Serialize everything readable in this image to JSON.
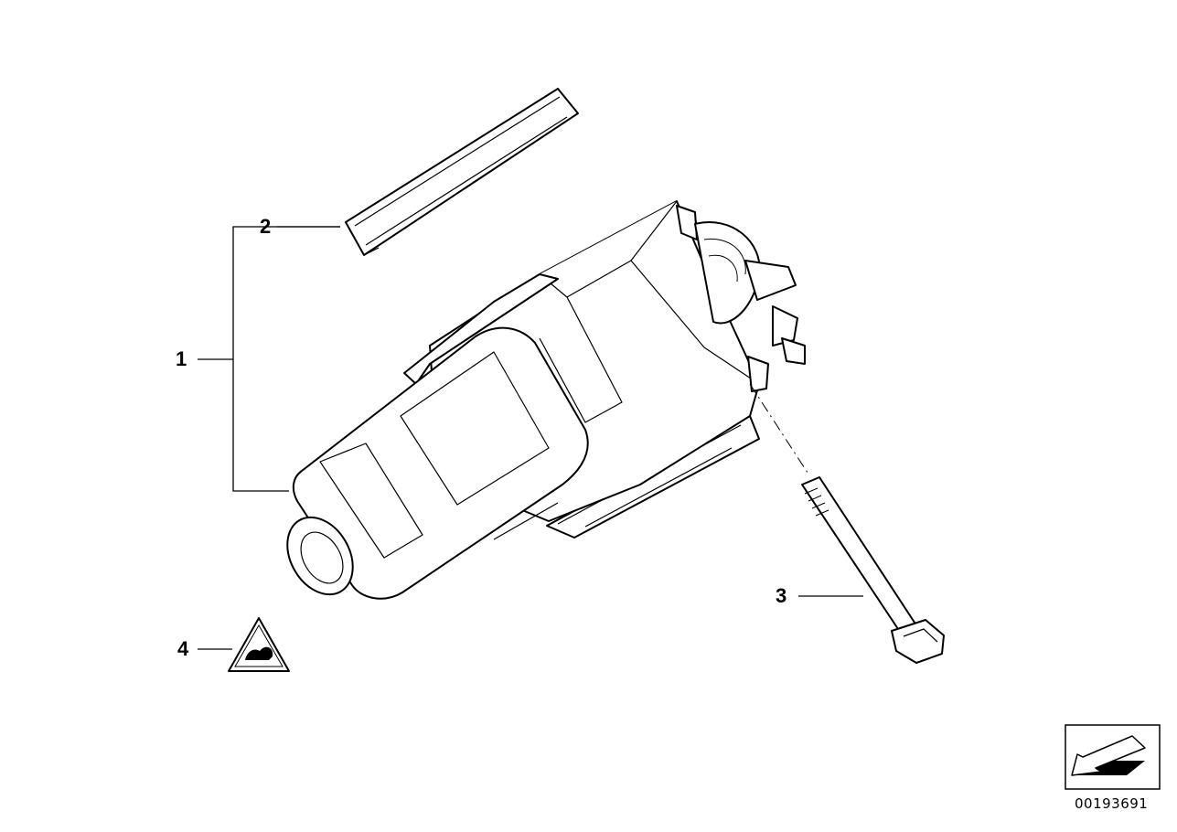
{
  "callouts": {
    "c1": "1",
    "c2": "2",
    "c3": "3",
    "c4": "4"
  },
  "document_number": "00193691",
  "icons": {
    "navigation": "arrow-down-left-icon",
    "warning": "warning-triangle-icon"
  }
}
